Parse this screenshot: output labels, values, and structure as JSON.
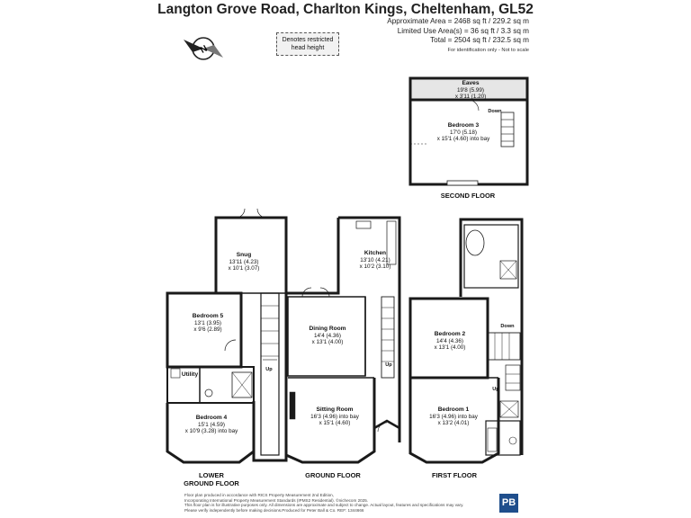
{
  "title": "Langton Grove Road, Charlton Kings, Cheltenham, GL52",
  "areas": {
    "approx": "Approximate Area = 2468 sq ft / 229.2 sq m",
    "limited": "Limited Use Area(s) = 36 sq ft / 3.3 sq m",
    "total": "Total = 2504 sq ft / 232.5 sq m",
    "note": "For identification only - Not to scale"
  },
  "legend": "Denotes restricted head height",
  "compass_letter": "N",
  "floors": {
    "lower_ground": {
      "label_line1": "LOWER",
      "label_line2": "GROUND FLOOR",
      "rooms": [
        {
          "name": "Snug",
          "line1": "13'11 (4.23)",
          "line2": "x 10'1 (3.07)"
        },
        {
          "name": "Bedroom 5",
          "line1": "13'1 (3.95)",
          "line2": "x 9'6 (2.89)"
        },
        {
          "name": "Utility",
          "line1": "",
          "line2": ""
        },
        {
          "name": "Bedroom 4",
          "line1": "15'1 (4.59)",
          "line2": "x 10'9 (3.28) into bay"
        }
      ],
      "stairs_label": "Up"
    },
    "ground": {
      "label": "GROUND FLOOR",
      "rooms": [
        {
          "name": "Kitchen",
          "line1": "13'10 (4.21)",
          "line2": "x 10'2 (3.10)"
        },
        {
          "name": "Dining Room",
          "line1": "14'4 (4.36)",
          "line2": "x 13'1 (4.00)"
        },
        {
          "name": "Sitting Room",
          "line1": "16'3 (4.96) into bay",
          "line2": "x 15'1 (4.60)"
        }
      ],
      "stairs_label": "Up"
    },
    "first": {
      "label": "FIRST FLOOR",
      "rooms": [
        {
          "name": "Bedroom 2",
          "line1": "14'4 (4.36)",
          "line2": "x 13'1 (4.00)"
        },
        {
          "name": "Bedroom 1",
          "line1": "16'3 (4.96) into bay",
          "line2": "x 13'2 (4.01)"
        }
      ],
      "stairs_down": "Down",
      "stairs_up": "Up"
    },
    "second": {
      "label": "SECOND FLOOR",
      "rooms": [
        {
          "name": "Eaves",
          "line1": "19'8 (5.99)",
          "line2": "x 3'11 (1.20)"
        },
        {
          "name": "Bedroom 3",
          "line1": "17'0 (5.18)",
          "line2": "x 15'1 (4.60) into bay"
        }
      ],
      "stairs_down": "Down"
    }
  },
  "footer": {
    "line1": "Floor plan produced in accordance with RICS Property Measurement 2nd Edition,",
    "line2": "Incorporating International Property Measurement Standards (IPMS2 Residential). ©nichecom 2025.",
    "line3": "This floor plan is for illustrative purposes only. All dimensions are approximate and subject to change. Actual layout, features and specifications may vary.",
    "line4": "Please verify independently before making decisions.Produced for Peter Ball & Co.   REF: 1344666"
  },
  "logo": "PB",
  "colors": {
    "wall": "#1a1a1a",
    "restricted": "#e6e6e6",
    "logo_bg": "#1f4e8c"
  }
}
